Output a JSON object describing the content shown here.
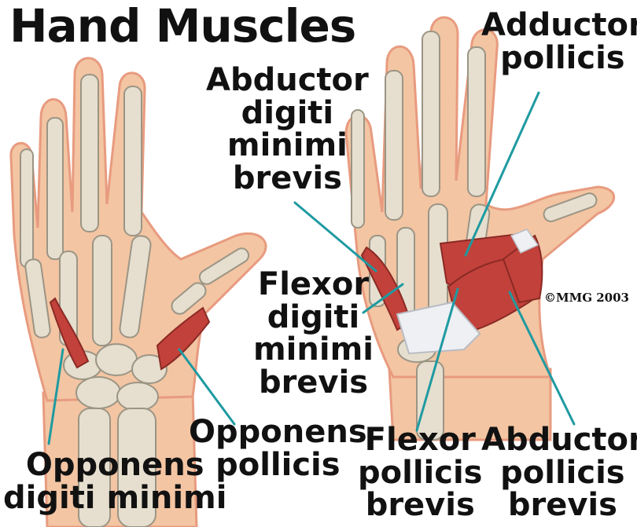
{
  "title": "Hand Muscles",
  "copyright": "©MMG 2003",
  "labels": {
    "adductor_pollicis": [
      "Adductor",
      "pollicis"
    ],
    "abductor_digiti_minimi_brevis": [
      "Abductor",
      "digiti",
      "minimi",
      "brevis"
    ],
    "flexor_digiti_minimi_brevis": [
      "Flexor",
      "digiti",
      "minimi",
      "brevis"
    ],
    "opponens_pollicis": [
      "Opponens",
      "pollicis"
    ],
    "opponens_digiti_minimi": [
      "Opponens",
      "digiti minimi"
    ],
    "flexor_pollicis_brevis": [
      "Flexor",
      "pollicis",
      "brevis"
    ],
    "abductor_pollicis_brevis": [
      "Abductor",
      "pollicis",
      "brevis"
    ]
  },
  "colors": {
    "skin": "#f3c5a3",
    "skin_edge": "#e89b7f",
    "bone": "#e6dfcf",
    "bone_edge": "#9b9585",
    "muscle": "#c2413a",
    "tendon": "#eef0f4",
    "leader": "#1f9aa1"
  }
}
